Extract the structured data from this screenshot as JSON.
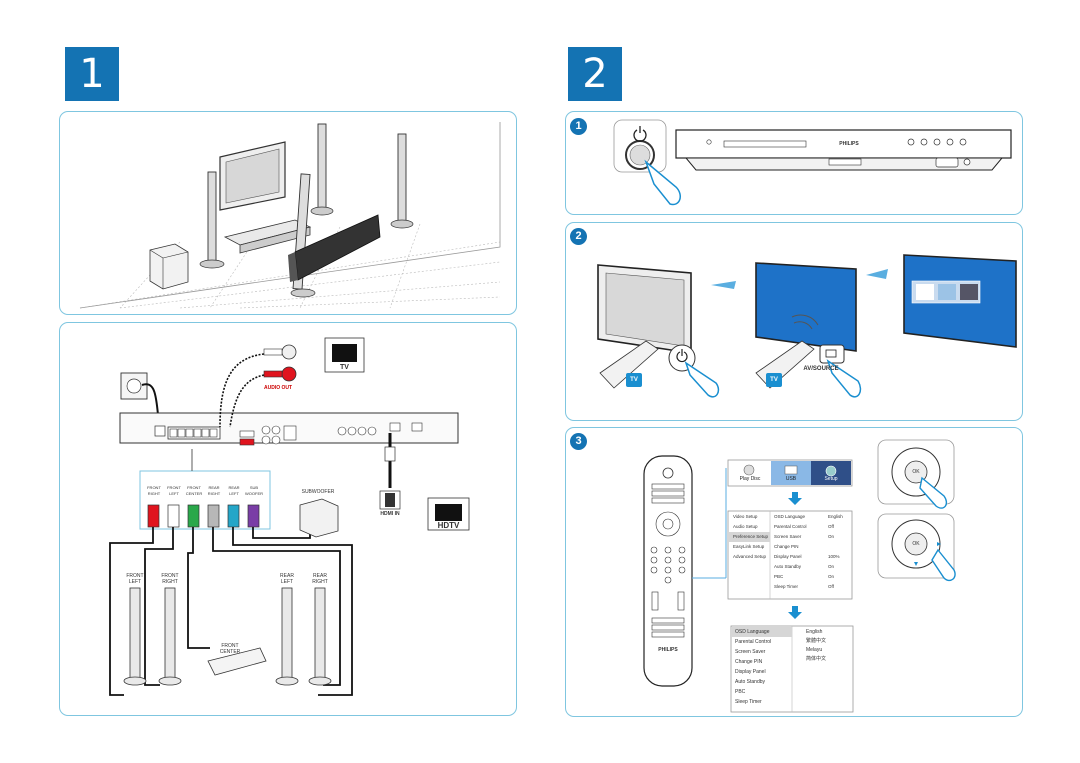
{
  "sections": [
    {
      "number": "1"
    },
    {
      "number": "2"
    }
  ],
  "steps": [
    "1",
    "2",
    "3"
  ],
  "connections": {
    "audio_out": "AUDIO OUT",
    "tv": "TV",
    "hdtv": "HDTV",
    "hdmi_in": "HDMI IN",
    "subwoofer": "SUBWOOFER",
    "connector_labels": [
      "FRONT\nRIGHT",
      "FRONT\nLEFT",
      "FRONT\nCENTER",
      "REAR\nRIGHT",
      "REAR\nLEFT",
      "SUB\nWOOFER"
    ],
    "speakers": {
      "front_left": "FRONT\nLEFT",
      "front_right": "FRONT\nRIGHT",
      "rear_left": "REAR\nLEFT",
      "rear_right": "REAR\nRIGHT",
      "front_center": "FRONT\nCENTER"
    }
  },
  "player": {
    "brand": "PHILIPS"
  },
  "step2": {
    "tv_badge": "TV",
    "source_button": "AV/SOURCE"
  },
  "home_menu": {
    "items": [
      "Play Disc",
      "USB",
      "Setup"
    ]
  },
  "setup_menu": {
    "categories": [
      "Video Setup",
      "Audio Setup",
      "Preference Setup",
      "EasyLink Setup",
      "Advanced Setup"
    ],
    "options": [
      {
        "name": "OSD Language",
        "value": "English"
      },
      {
        "name": "Parental Control",
        "value": "Off"
      },
      {
        "name": "Screen Saver",
        "value": "On"
      },
      {
        "name": "Change PIN",
        "value": ""
      },
      {
        "name": "Display Panel",
        "value": "100%"
      },
      {
        "name": "Auto Standby",
        "value": "On"
      },
      {
        "name": "PBC",
        "value": "On"
      },
      {
        "name": "Sleep Timer",
        "value": "Off"
      }
    ]
  },
  "submenu": {
    "options": [
      "OSD Language",
      "Parental Control",
      "Screen Saver",
      "Change PIN",
      "Display Panel",
      "Auto Standby",
      "PBC",
      "Sleep Timer"
    ],
    "languages": [
      "English",
      "繁體中文",
      "Melayu",
      "简体中文"
    ]
  },
  "remote": {
    "brand": "PHILIPS"
  },
  "buttons": {
    "ok": "OK"
  },
  "colors": {
    "accent": "#1473b3",
    "panel_border": "#7fc6e0",
    "screen_blue": "#1e72c8"
  }
}
